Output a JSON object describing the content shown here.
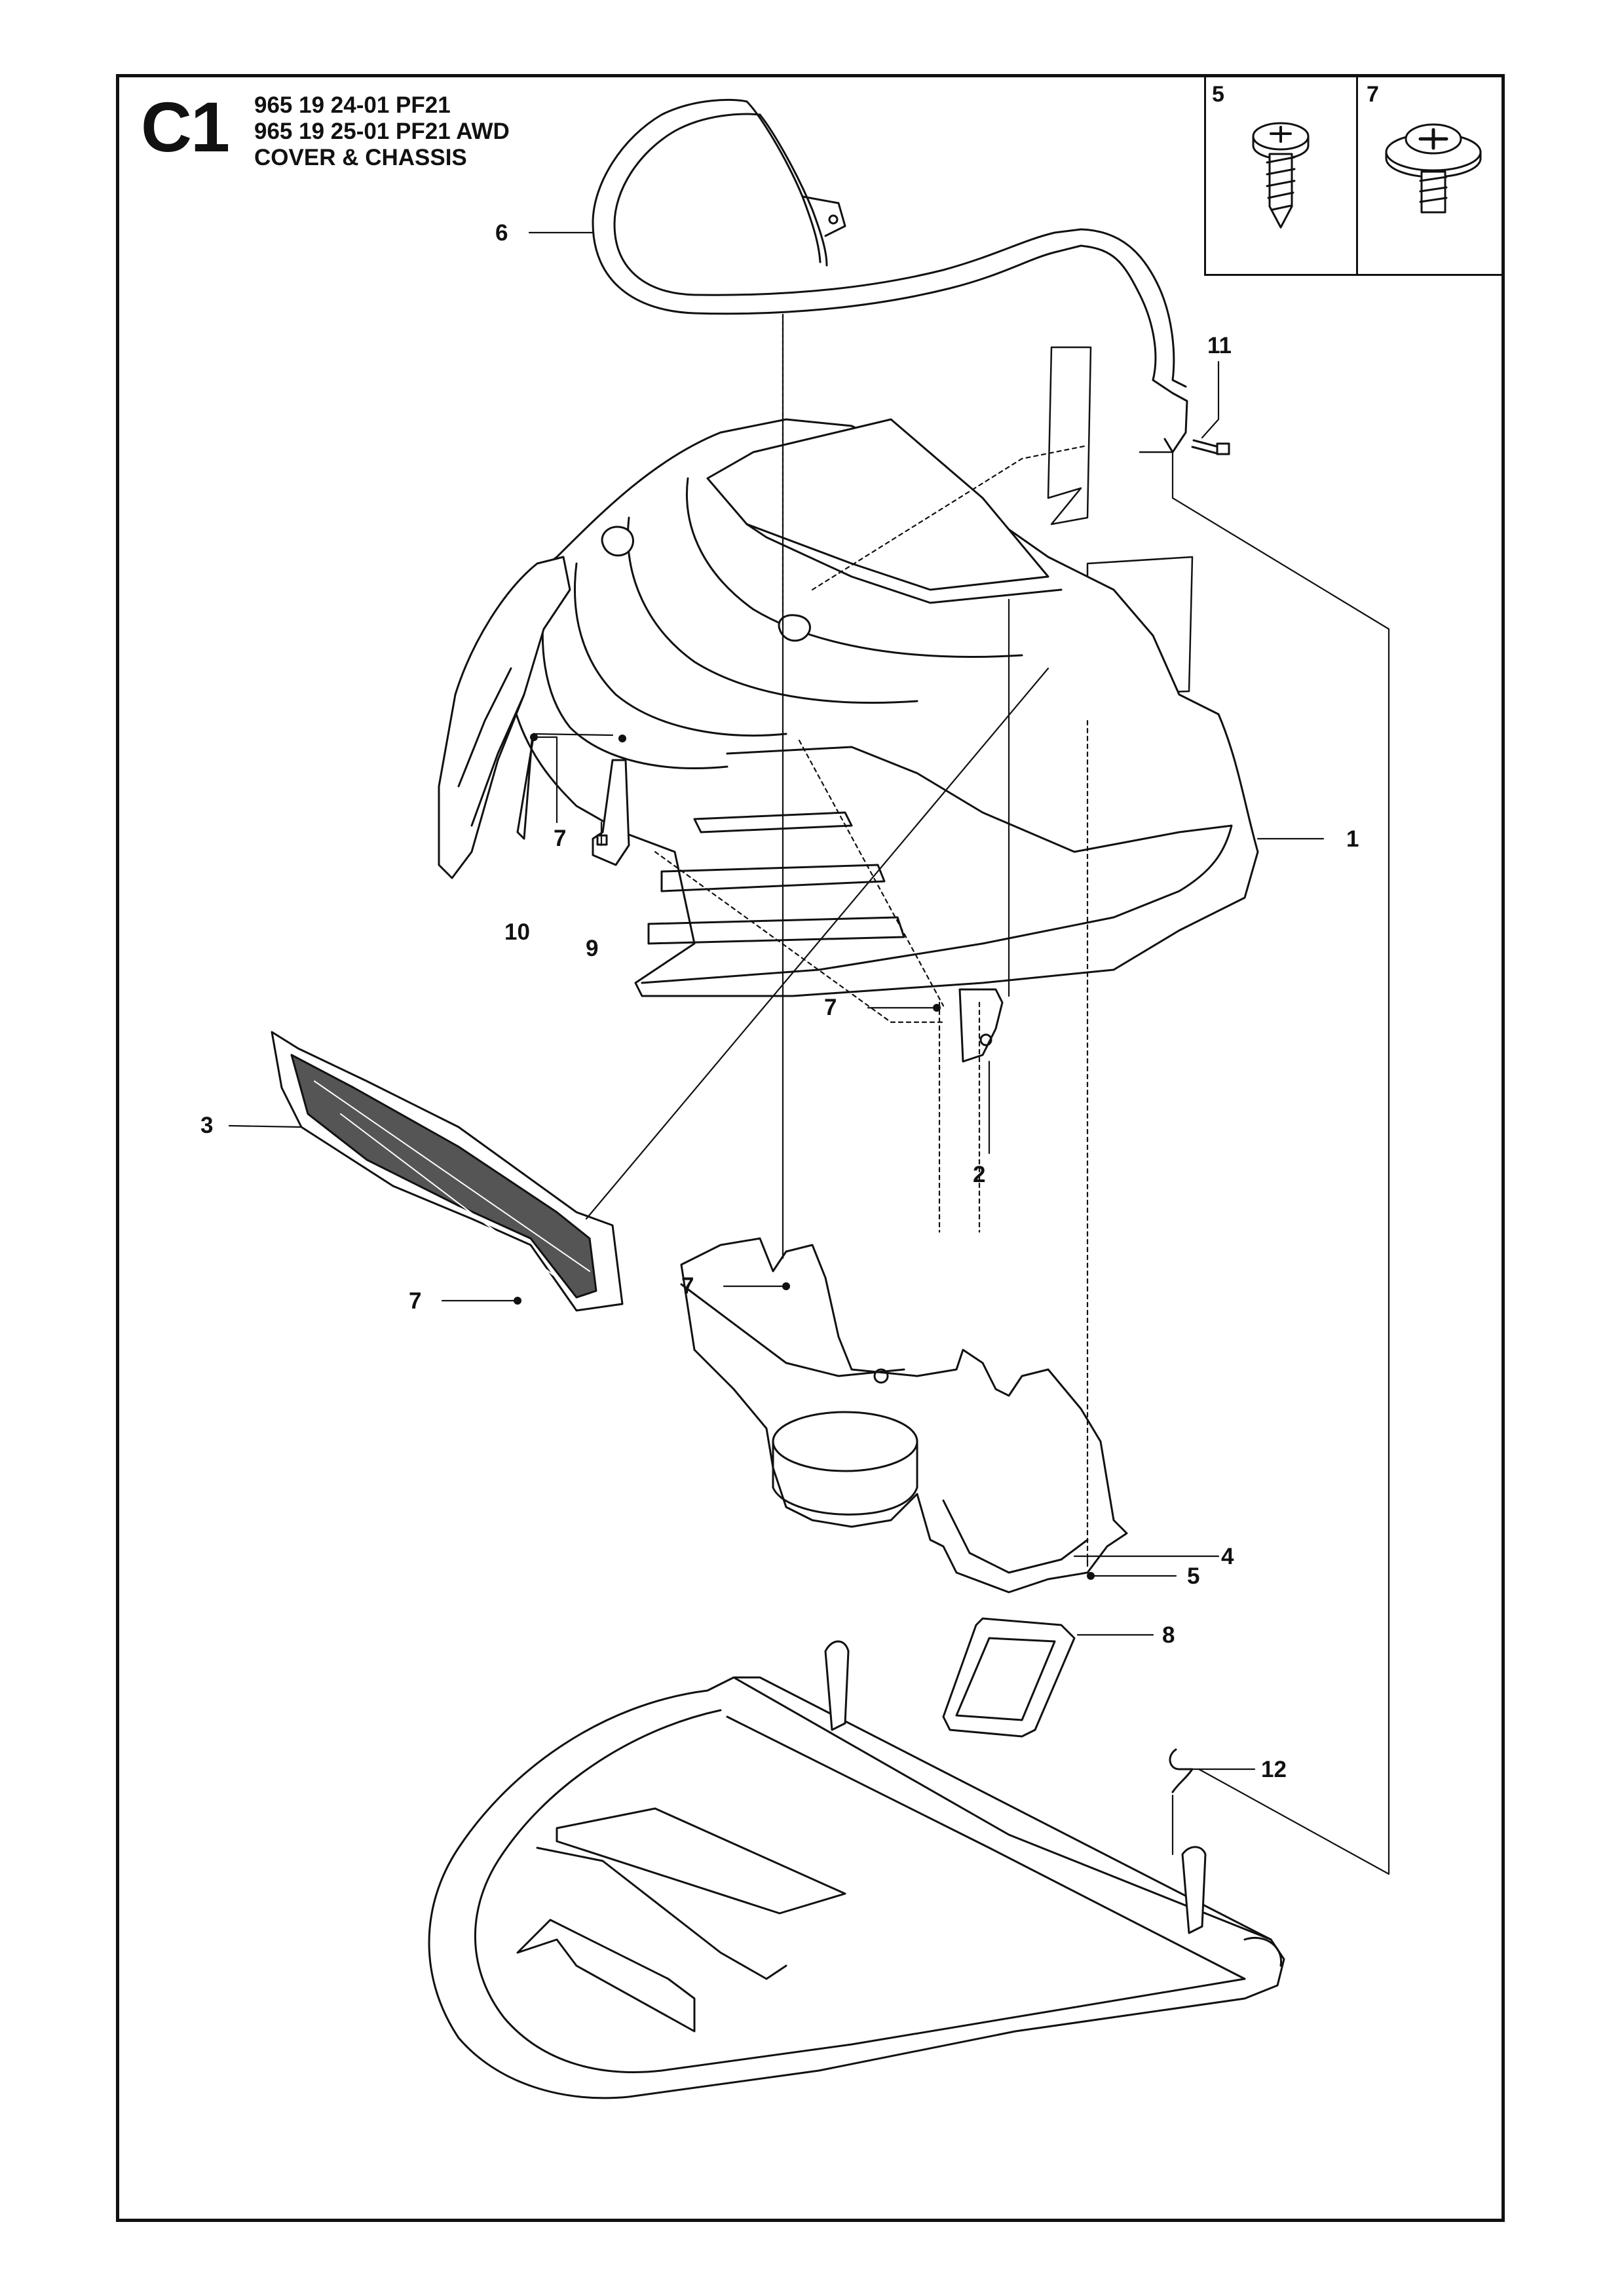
{
  "header": {
    "page_code": "C1",
    "line1": "965 19 24-01 PF21",
    "line2": "965 19 25-01 PF21 AWD",
    "line3": "COVER & CHASSIS"
  },
  "inset": {
    "left_label": "5",
    "right_label": "7"
  },
  "callouts": {
    "c6": "6",
    "c11": "11",
    "c1": "1",
    "c7a": "7",
    "c10": "10",
    "c9": "9",
    "c7b": "7",
    "c2": "2",
    "c3": "3",
    "c7c": "7",
    "c7d": "7",
    "c4": "4",
    "c5": "5",
    "c8": "8",
    "c12": "12"
  }
}
